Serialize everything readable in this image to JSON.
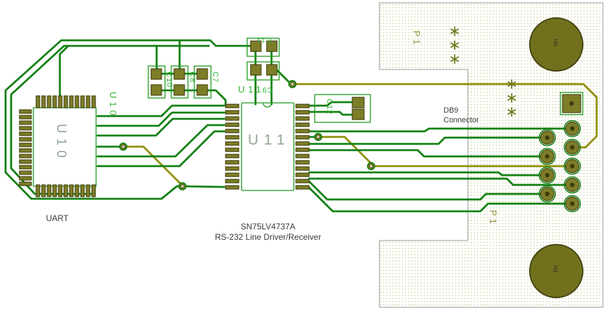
{
  "captions": {
    "uart": "UART",
    "driver_line1": "SN75LV4737A",
    "driver_line2": "RS-232 Line Driver/Receiver",
    "db9_line1": "DB9",
    "db9_line2": "Connector"
  },
  "designators": {
    "u10": "U10",
    "u10_inner": "U10",
    "u11": "U11",
    "u11_inner": "U11",
    "p1_top": "P1",
    "p1_bottom": "P1",
    "c7": "C7",
    "c8": "C8",
    "c9": "C9",
    "c10": "C10",
    "c11": "C11",
    "c12": "C12",
    "h0": "H0",
    "h1": "H1"
  },
  "colors": {
    "board_bg": "#ffffff",
    "trace_top": "#128012",
    "trace_bottom": "#8f8f05",
    "silk": "#1e9a1e",
    "designator_text": "#2fb52f",
    "inner_text": "#93a493",
    "pad_fill": "#7d7d28",
    "pad_outline": "#454512",
    "hole_fill": "#71711d",
    "ratsnest_mark": "#6f7a24",
    "p1_text": "#91913a",
    "caption_text": "#3a3a3a",
    "courtyard_dots": "#c9c996",
    "courtyard_outline": "#999999"
  }
}
